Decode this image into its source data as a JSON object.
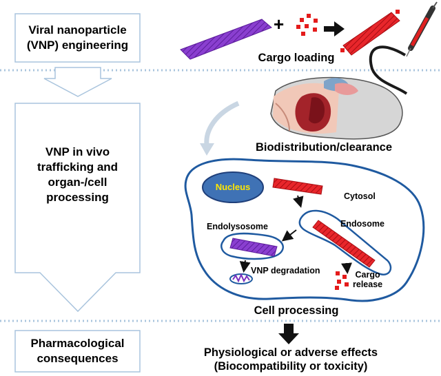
{
  "left_stages": {
    "engineering": {
      "line1": "Viral nanoparticle",
      "line2": "(VNP) engineering"
    },
    "trafficking": {
      "line1": "VNP in vivo",
      "line2": "trafficking and",
      "line3": "organ-/cell",
      "line4": "processing"
    },
    "consequences": {
      "line1": "Pharmacological",
      "line2": "consequences"
    }
  },
  "cargo": {
    "plus": "+",
    "label": "Cargo loading"
  },
  "biodistribution": {
    "label": "Biodistribution/clearance"
  },
  "cell": {
    "nucleus": "Nucleus",
    "cytosol": "Cytosol",
    "endosome": "Endosome",
    "endolysosome": "Endolysosome",
    "vnp_degradation": "VNP degradation",
    "cargo_release_line1": "Cargo",
    "cargo_release_line2": "release",
    "title": "Cell processing"
  },
  "effects": {
    "line1": "Physiological or adverse effects",
    "line2": "(Biocompatibility or toxicity)"
  },
  "colors": {
    "stage_border": "#a9c4dd",
    "divider": "#a9c4dd",
    "cell_membrane": "#1f5aa0",
    "nucleus_fill": "#3f72b5",
    "nucleus_text": "#ffe600",
    "purple_vnp": "#7b2fbf",
    "red_vnp": "#e0151b",
    "cargo_red": "#e41b1b"
  }
}
